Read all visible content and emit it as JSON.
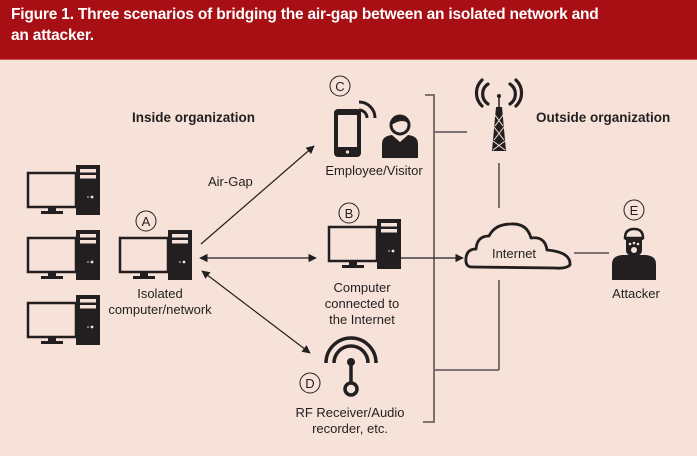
{
  "figure": {
    "title_line1": "Figure 1. Three scenarios of bridging the air-gap between an isolated network and",
    "title_line2": "an attacker.",
    "colors": {
      "header_bg": "#a70f14",
      "header_text": "#ffffff",
      "background": "#f6e2d8",
      "ink": "#231f20",
      "connector": "#6d6363"
    }
  },
  "regions": {
    "inside": "Inside organization",
    "outside": "Outside organization"
  },
  "links": {
    "air_gap": "Air-Gap"
  },
  "nodes": {
    "A": {
      "marker": "A",
      "label_line1": "Isolated",
      "label_line2": "computer/network",
      "icon": "desktop-computer-icon"
    },
    "B": {
      "marker": "B",
      "label_line1": "Computer",
      "label_line2": "connected to",
      "label_line3": "the Internet",
      "icon": "desktop-computer-icon"
    },
    "C": {
      "marker": "C",
      "label_line1": "Employee/Visitor",
      "icon": "smartphone-and-person-icon"
    },
    "D": {
      "marker": "D",
      "label_line1": "RF Receiver/Audio",
      "label_line2": "recorder, etc.",
      "icon": "rf-antenna-icon"
    },
    "E": {
      "marker": "E",
      "label_line1": "Attacker",
      "icon": "masked-attacker-icon"
    },
    "internet": {
      "label": "Internet",
      "icon": "cloud-icon"
    },
    "tower": {
      "icon": "cell-tower-icon"
    }
  }
}
